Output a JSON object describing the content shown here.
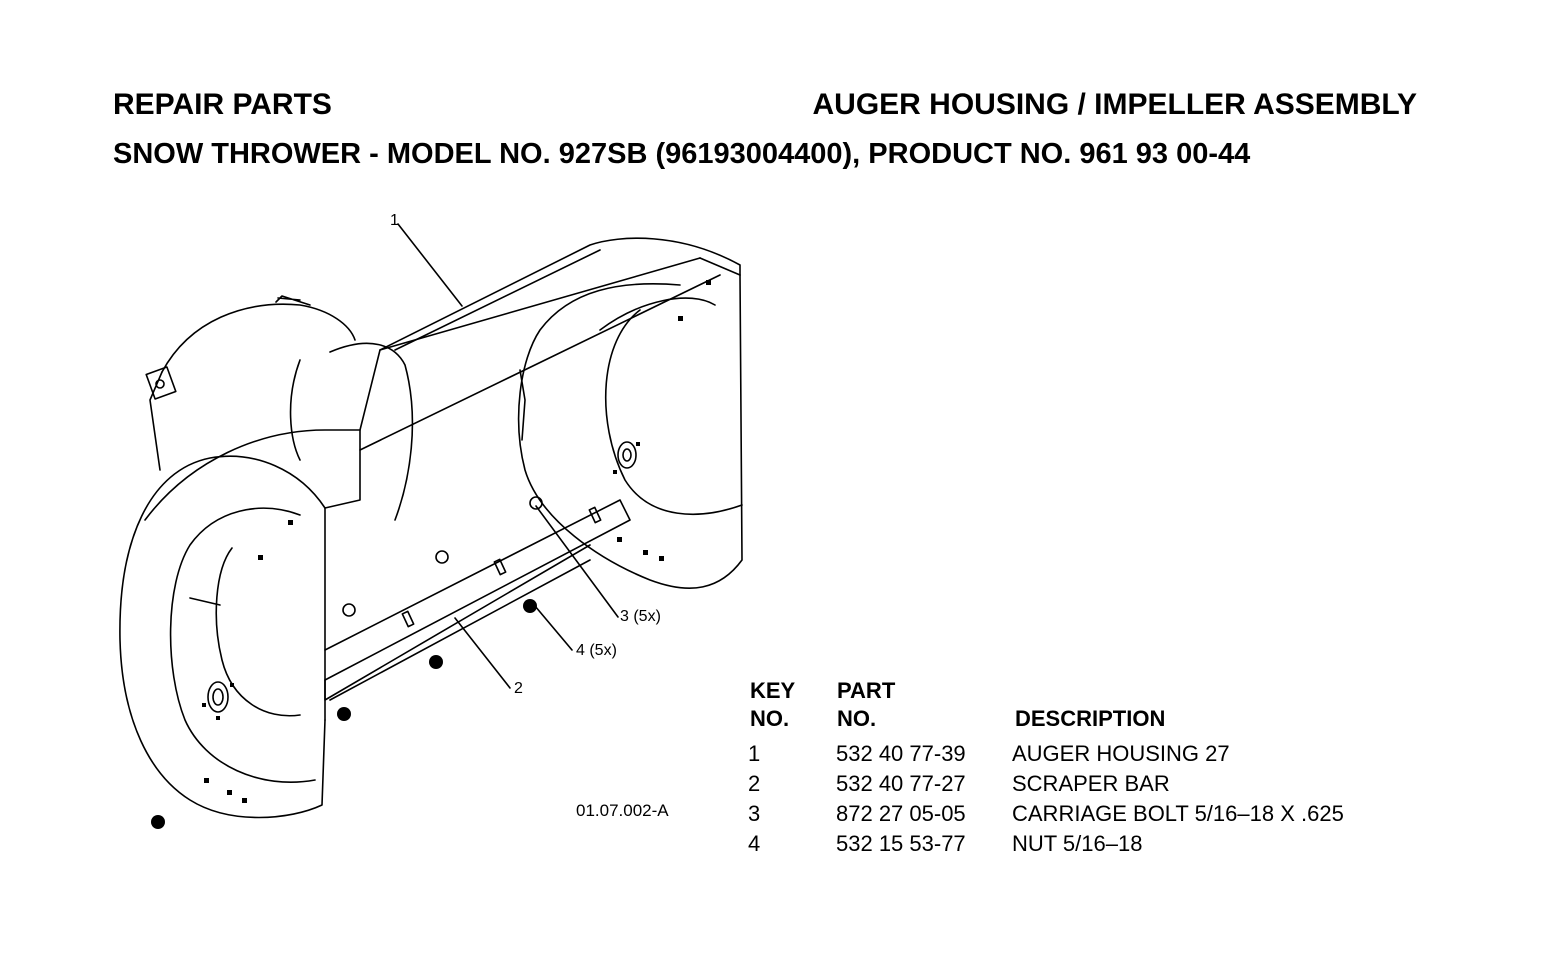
{
  "header": {
    "title_left": "REPAIR PARTS",
    "title_right": "AUGER HOUSING / IMPELLER ASSEMBLY",
    "subtitle": "SNOW THROWER - MODEL NO. 927SB (96193004400), PRODUCT NO. 961 93 00-44"
  },
  "diagram": {
    "callouts": [
      "1",
      "2",
      "3 (5x)",
      "4 (5x)"
    ],
    "figure_id": "01.07.002-A"
  },
  "table": {
    "headers": {
      "key_line1": "KEY",
      "key_line2": "NO.",
      "part_line1": "PART",
      "part_line2": "NO.",
      "description": "DESCRIPTION"
    },
    "rows": [
      {
        "key": "1",
        "part": "532 40 77-39",
        "description": "AUGER HOUSING 27"
      },
      {
        "key": "2",
        "part": "532 40 77-27",
        "description": "SCRAPER BAR"
      },
      {
        "key": "3",
        "part": "872 27 05-05",
        "description": "CARRIAGE BOLT 5/16–18 X .625"
      },
      {
        "key": "4",
        "part": "532 15 53-77",
        "description": "NUT 5/16–18"
      }
    ]
  }
}
